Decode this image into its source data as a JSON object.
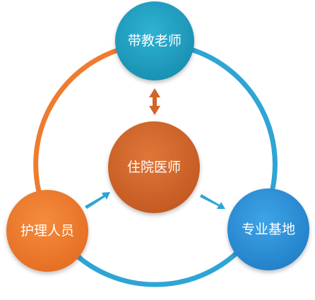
{
  "nodes": {
    "top": {
      "label": "带教老师",
      "color": "#1f9fc0"
    },
    "center": {
      "label": "住院医师",
      "color": "#d2652a"
    },
    "left": {
      "label": "护理人员",
      "color": "#ee7c2f"
    },
    "right": {
      "label": "专业基地",
      "color": "#2f8fd8"
    }
  },
  "ring_colors": {
    "orange": "#ee7c2f",
    "blue": "#2ea5d4"
  },
  "arrow_colors": {
    "vertical": "#d2652a",
    "diagonal": "#2ea5d4"
  }
}
